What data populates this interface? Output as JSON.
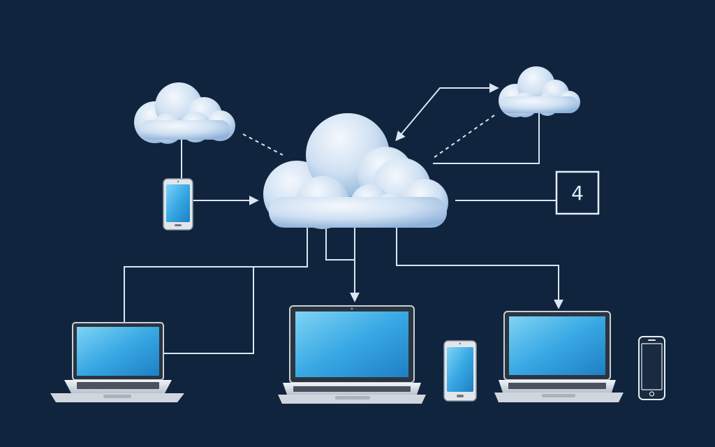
{
  "diagram": {
    "badge": {
      "label": "4"
    },
    "colors": {
      "background": "#10243e",
      "cloud_light": "#eef4fb",
      "cloud_mid": "#bcd4ec",
      "cloud_dark": "#8fb2da",
      "screen_light": "#5ec4f0",
      "screen_dark": "#1f86c8",
      "device_body": "#e7ebf0",
      "line": "#dbe6f3"
    },
    "nodes": [
      {
        "id": "cloud-main",
        "icon": "cloud-icon"
      },
      {
        "id": "cloud-left",
        "icon": "cloud-icon"
      },
      {
        "id": "cloud-right",
        "icon": "cloud-icon"
      },
      {
        "id": "phone-top-left",
        "icon": "smartphone-icon"
      },
      {
        "id": "laptop-left",
        "icon": "laptop-icon"
      },
      {
        "id": "laptop-center",
        "icon": "laptop-icon"
      },
      {
        "id": "phone-center",
        "icon": "smartphone-icon"
      },
      {
        "id": "laptop-right",
        "icon": "laptop-icon"
      },
      {
        "id": "phone-outline-right",
        "icon": "smartphone-outline-icon"
      },
      {
        "id": "badge-box",
        "icon": "numbered-box-icon"
      }
    ]
  }
}
